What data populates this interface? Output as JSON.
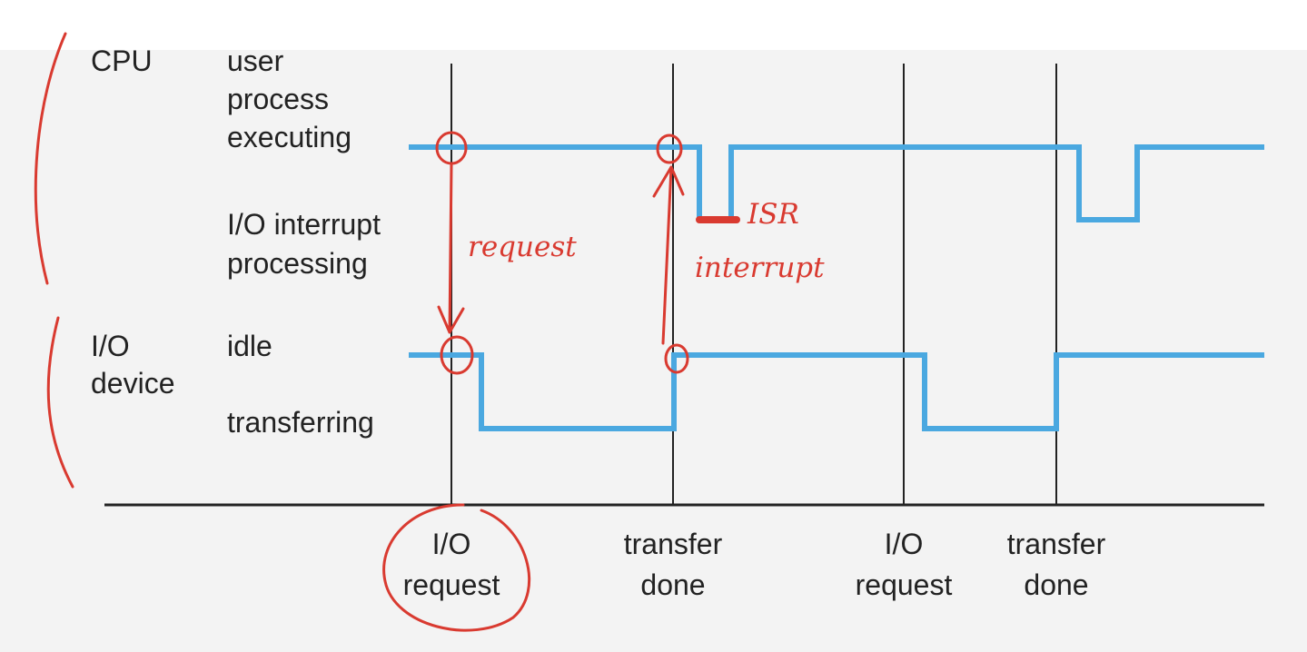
{
  "groups": {
    "cpu": "CPU",
    "io_line1": "I/O",
    "io_line2": "device"
  },
  "cpu_states": {
    "executing": [
      "user",
      "process",
      "executing"
    ],
    "interrupt": [
      "I/O interrupt",
      "processing"
    ]
  },
  "io_states": {
    "idle": "idle",
    "transferring": "transferring"
  },
  "events": [
    {
      "line1": "I/O",
      "line2": "request"
    },
    {
      "line1": "transfer",
      "line2": "done"
    },
    {
      "line1": "I/O",
      "line2": "request"
    },
    {
      "line1": "transfer",
      "line2": "done"
    }
  ],
  "annotations": {
    "request": "request",
    "isr": "ISR",
    "interrupt": "interrupt"
  },
  "colors": {
    "signal": "#4aa8e0",
    "annotation": "#d93a30",
    "lines": "#222222"
  }
}
